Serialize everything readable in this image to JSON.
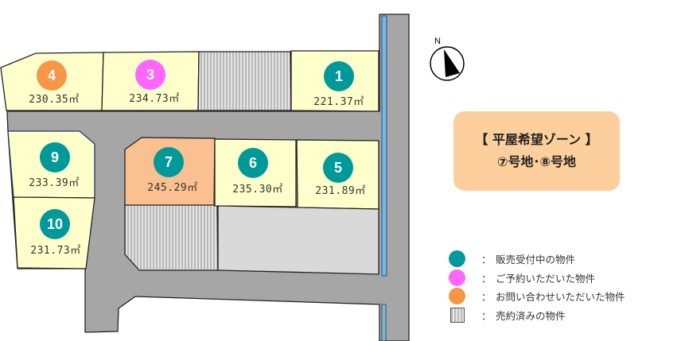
{
  "colors": {
    "available": "#009999",
    "reserved": "#ff66ff",
    "inquired": "#f79646",
    "lot": "#ffffcc",
    "lot_highlight": "#fac090",
    "road": "#a6a6a6",
    "canal": "#5b9bd5"
  },
  "compass": {
    "label": "N"
  },
  "lots": [
    {
      "number": "1",
      "area": "221.37㎡",
      "status": "available"
    },
    {
      "number": "3",
      "area": "234.73㎡",
      "status": "reserved"
    },
    {
      "number": "4",
      "area": "230.35㎡",
      "status": "inquired"
    },
    {
      "number": "5",
      "area": "231.89㎡",
      "status": "available"
    },
    {
      "number": "6",
      "area": "235.30㎡",
      "status": "available"
    },
    {
      "number": "7",
      "area": "245.29㎡",
      "status": "available"
    },
    {
      "number": "9",
      "area": "233.39㎡",
      "status": "available"
    },
    {
      "number": "10",
      "area": "231.73㎡",
      "status": "available"
    }
  ],
  "zone": {
    "title": "【 平屋希望ゾーン 】",
    "subtitle": "⑦号地･⑧号地"
  },
  "legend": [
    {
      "label": "販売受付中の物件",
      "symbol": "teal-circle"
    },
    {
      "label": "ご予約いただいた物件",
      "symbol": "pink-circle"
    },
    {
      "label": "お問い合わせいただいた物件",
      "symbol": "orange-circle"
    },
    {
      "label": "売約済みの物件",
      "symbol": "hatched-square"
    }
  ],
  "legend_separator": "："
}
